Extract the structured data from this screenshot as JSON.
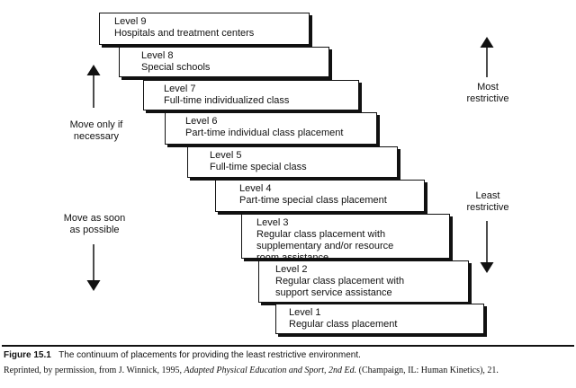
{
  "levels": [
    {
      "label": "Level 9",
      "lines": [
        "Hospitals and treatment centers"
      ]
    },
    {
      "label": "Level 8",
      "lines": [
        "Special schools"
      ]
    },
    {
      "label": "Level 7",
      "lines": [
        "Full-time individualized class"
      ]
    },
    {
      "label": "Level 6",
      "lines": [
        "Part-time individual class placement"
      ]
    },
    {
      "label": "Level 5",
      "lines": [
        "Full-time special class"
      ]
    },
    {
      "label": "Level 4",
      "lines": [
        "Part-time special class placement"
      ]
    },
    {
      "label": "Level 3",
      "lines": [
        "Regular class placement with",
        "supplementary and/or resource",
        "room assistance"
      ]
    },
    {
      "label": "Level 2",
      "lines": [
        "Regular class placement with",
        "support service assistance"
      ]
    },
    {
      "label": "Level 1",
      "lines": [
        "Regular class placement"
      ]
    }
  ],
  "left_labels": {
    "up": [
      "Move only if",
      "necessary"
    ],
    "down": [
      "Move as soon",
      "as possible"
    ]
  },
  "right_labels": {
    "top": [
      "Most",
      "restrictive"
    ],
    "bottom": [
      "Least",
      "restrictive"
    ]
  },
  "caption": {
    "figure_number": "Figure 15.1",
    "text": "The continuum of placements for providing the least restrictive environment."
  },
  "credit": {
    "prefix": "Reprinted, by permission, from J. Winnick, 1995,",
    "book_title": "Adapted Physical Education and Sport, 2nd Ed.",
    "suffix": "(Champaign, IL: Human Kinetics), 21."
  }
}
